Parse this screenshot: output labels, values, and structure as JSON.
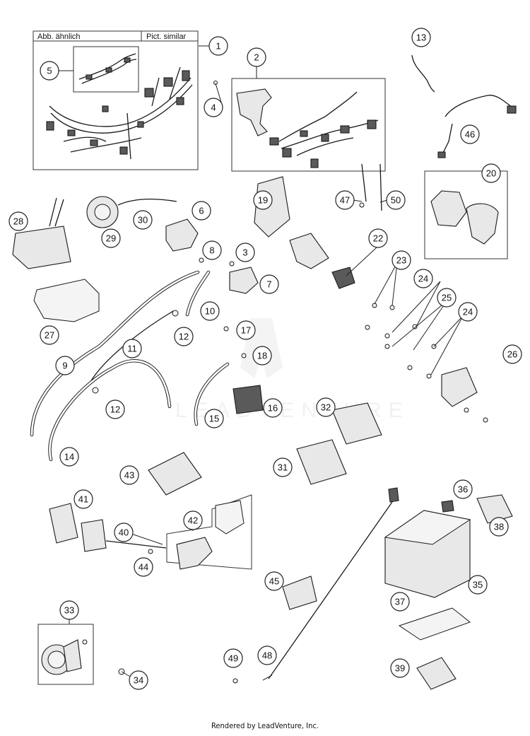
{
  "diagram": {
    "box_label_left": "Abb. ähnlich",
    "box_label_right": "Pict. similar",
    "watermark_text": "LEADVENTURE",
    "footer": "Rendered by LeadVenture, Inc.",
    "callouts": [
      "1",
      "2",
      "3",
      "4",
      "5",
      "6",
      "7",
      "8",
      "9",
      "10",
      "11",
      "12",
      "12",
      "13",
      "14",
      "15",
      "16",
      "17",
      "18",
      "19",
      "20",
      "22",
      "23",
      "24",
      "24",
      "25",
      "26",
      "27",
      "28",
      "29",
      "30",
      "31",
      "32",
      "33",
      "34",
      "35",
      "36",
      "37",
      "38",
      "39",
      "40",
      "41",
      "42",
      "43",
      "44",
      "45",
      "46",
      "47",
      "48",
      "49",
      "50"
    ]
  }
}
